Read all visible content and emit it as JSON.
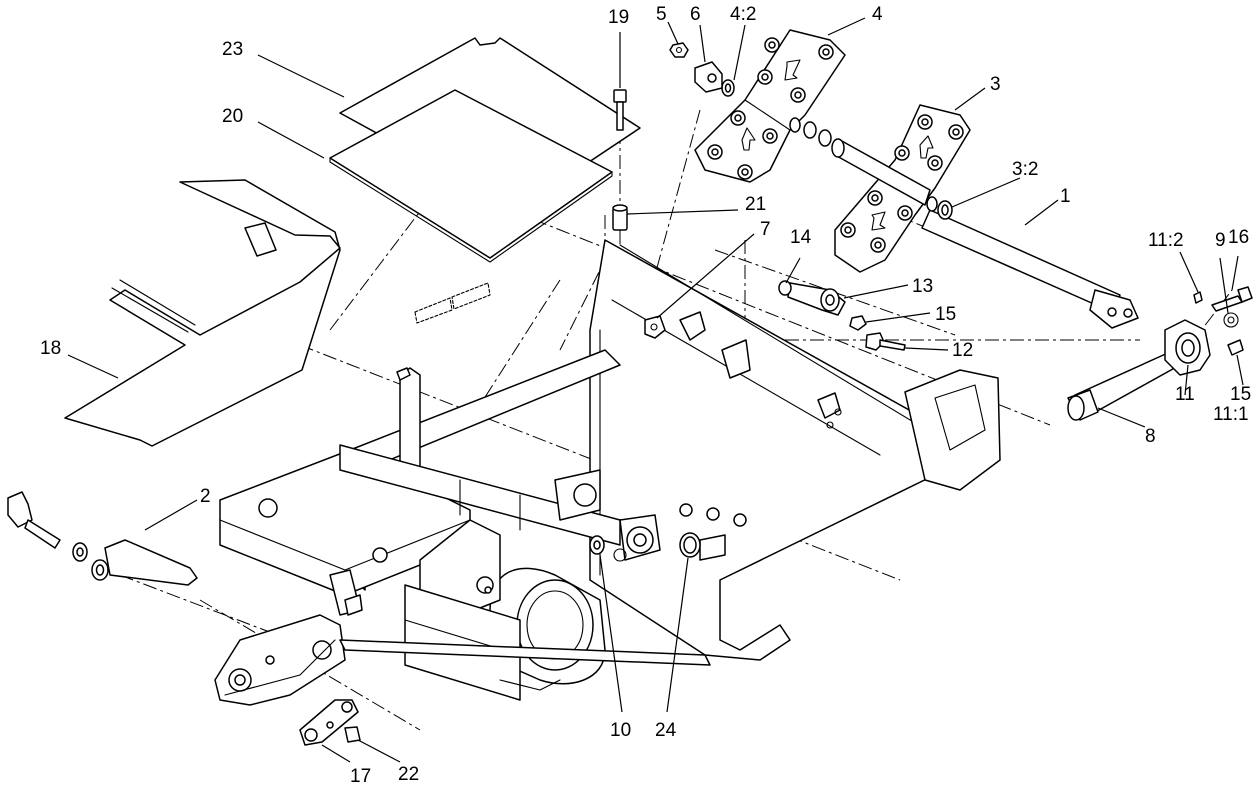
{
  "callouts": [
    {
      "id": "c19",
      "text": "19"
    },
    {
      "id": "c5",
      "text": "5"
    },
    {
      "id": "c6",
      "text": "6"
    },
    {
      "id": "c4-2",
      "text": "4:2"
    },
    {
      "id": "c4",
      "text": "4"
    },
    {
      "id": "c23",
      "text": "23"
    },
    {
      "id": "c3",
      "text": "3"
    },
    {
      "id": "c20",
      "text": "20"
    },
    {
      "id": "c3-2",
      "text": "3:2"
    },
    {
      "id": "c1",
      "text": "1"
    },
    {
      "id": "c21",
      "text": "21"
    },
    {
      "id": "c7",
      "text": "7"
    },
    {
      "id": "c14",
      "text": "14"
    },
    {
      "id": "c11-2",
      "text": "11:2"
    },
    {
      "id": "c9",
      "text": "9"
    },
    {
      "id": "c16",
      "text": "16"
    },
    {
      "id": "c13",
      "text": "13"
    },
    {
      "id": "c15a",
      "text": "15"
    },
    {
      "id": "c18",
      "text": "18"
    },
    {
      "id": "c12",
      "text": "12"
    },
    {
      "id": "c15b",
      "text": "15"
    },
    {
      "id": "c11-1",
      "text": "11:1"
    },
    {
      "id": "c11",
      "text": "11"
    },
    {
      "id": "c8",
      "text": "8"
    },
    {
      "id": "c2",
      "text": "2"
    },
    {
      "id": "c10",
      "text": "10"
    },
    {
      "id": "c24",
      "text": "24"
    },
    {
      "id": "c17",
      "text": "17"
    },
    {
      "id": "c22",
      "text": "22"
    }
  ]
}
